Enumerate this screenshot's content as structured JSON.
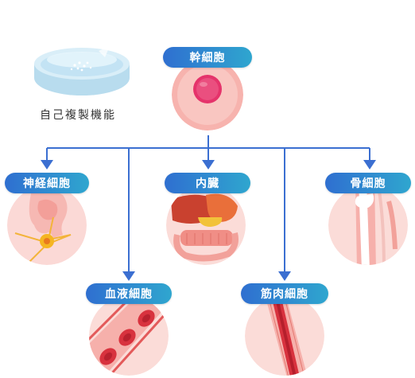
{
  "root": {
    "label": "幹細胞"
  },
  "self_renewal": {
    "label": "自己複製機能"
  },
  "branches": [
    {
      "label": "神経細胞"
    },
    {
      "label": "血液細胞"
    },
    {
      "label": "内臓"
    },
    {
      "label": "筋肉細胞"
    },
    {
      "label": "骨細胞"
    }
  ],
  "colors": {
    "pill_start": "#2f6fd0",
    "pill_end": "#2fa6cf",
    "connector": "#3b6fd1",
    "cell_pink": "#f7b3ae",
    "nucleus": "#e5336b"
  }
}
